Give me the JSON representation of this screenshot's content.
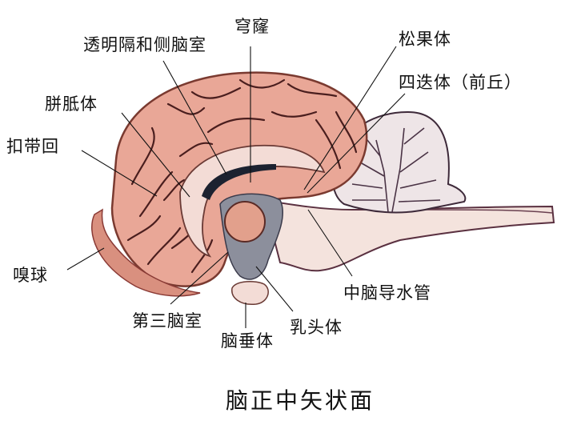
{
  "diagram": {
    "caption": "脑正中矢状面",
    "labels": {
      "fornix": "穹窿",
      "septum_lateral_ventricle": "透明隔和侧脑室",
      "corpus_callosum": "胼胝体",
      "cingulate_gyrus": "扣带回",
      "pineal_body": "松果体",
      "superior_colliculus": "四迭体（前丘）",
      "olfactory_bulb": "嗅球",
      "third_ventricle": "第三脑室",
      "pituitary": "脑垂体",
      "mammillary_body": "乳头体",
      "cerebral_aqueduct": "中脑导水管"
    },
    "colors": {
      "cortex": "#e9a797",
      "cortex_dark": "#c97a6c",
      "sulcus": "#4a1e1e",
      "white_matter": "#f3dcd6",
      "thalamus": "#e2a08c",
      "ventricle": "#1c2230",
      "gray_region": "#8c8f9c",
      "cerebellum": "#eee5e7",
      "cerebellum_lines": "#4a3345",
      "brainstem": "#f4e3dd"
    }
  }
}
